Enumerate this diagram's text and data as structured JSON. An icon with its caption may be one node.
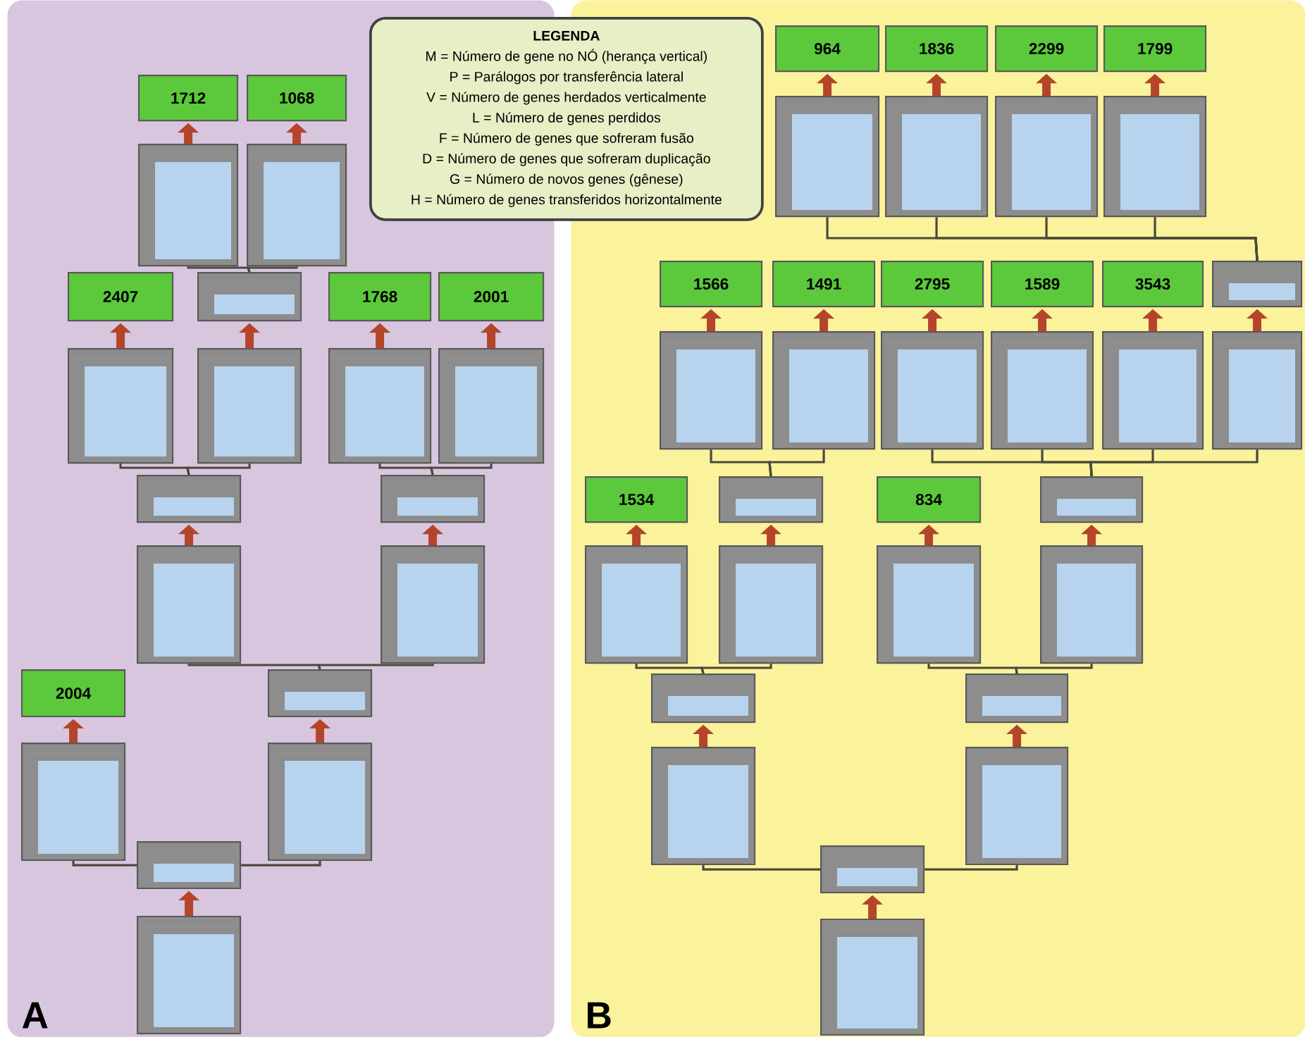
{
  "diagram": {
    "nodes": [
      {
        "text": [
          "A"
        ]
      },
      {
        "text": [
          "B"
        ]
      },
      {
        "text": [
          "LEGENDA",
          "M = Número de gene no NÓ (herança vertical)",
          "P = Parálogos por transferência lateral",
          "V = Número de genes herdados verticalmente",
          "L = Número de genes perdidos",
          "F = Número de genes que sofreram fusão",
          "D = Número de genes que sofreram duplicação",
          "G = Número de novos genes (gênese)",
          "H = Número de genes transferidos horizontalmente"
        ]
      },
      {
        "text": [
          "1712"
        ],
        "in": 0
      },
      {
        "text": [
          "1068"
        ],
        "in": 0
      },
      {
        "text": [],
        "shape": "table",
        "in": 0
      },
      {
        "text": [],
        "shape": "table",
        "in": 0
      },
      {
        "text": [
          "2407"
        ],
        "in": 0
      },
      {
        "text": [],
        "shape": "box",
        "in": 0
      },
      {
        "text": [
          "1768"
        ],
        "in": 0
      },
      {
        "text": [
          "2001"
        ],
        "in": 0
      },
      {
        "text": [],
        "shape": "table",
        "in": 0
      },
      {
        "text": [],
        "shape": "table",
        "in": 0
      },
      {
        "text": [],
        "shape": "table",
        "in": 0
      },
      {
        "text": [],
        "shape": "table",
        "in": 0
      },
      {
        "text": [],
        "shape": "box",
        "in": 0
      },
      {
        "text": [],
        "shape": "box",
        "in": 0
      },
      {
        "text": [],
        "shape": "table",
        "in": 0
      },
      {
        "text": [],
        "shape": "table",
        "in": 0
      },
      {
        "text": [
          "2004"
        ],
        "in": 0
      },
      {
        "text": [],
        "shape": "box",
        "in": 0
      },
      {
        "text": [],
        "shape": "table",
        "in": 0
      },
      {
        "text": [],
        "shape": "table",
        "in": 0
      },
      {
        "text": [],
        "shape": "box",
        "in": 0
      },
      {
        "text": [],
        "shape": "table",
        "in": 0
      },
      {
        "text": [
          "964"
        ],
        "in": 1
      },
      {
        "text": [
          "1836"
        ],
        "in": 1
      },
      {
        "text": [
          "2299"
        ],
        "in": 1
      },
      {
        "text": [
          "1799"
        ],
        "in": 1
      },
      {
        "text": [],
        "shape": "table",
        "in": 1
      },
      {
        "text": [],
        "shape": "table",
        "in": 1
      },
      {
        "text": [],
        "shape": "table",
        "in": 1
      },
      {
        "text": [],
        "shape": "table",
        "in": 1
      },
      {
        "text": [
          "1566"
        ],
        "in": 1
      },
      {
        "text": [
          "1491"
        ],
        "in": 1
      },
      {
        "text": [
          "2795"
        ],
        "in": 1
      },
      {
        "text": [
          "1589"
        ],
        "in": 1
      },
      {
        "text": [
          "3543"
        ],
        "in": 1
      },
      {
        "text": [],
        "shape": "box",
        "in": 1
      },
      {
        "text": [],
        "shape": "table",
        "in": 1
      },
      {
        "text": [],
        "shape": "table",
        "in": 1
      },
      {
        "text": [],
        "shape": "table",
        "in": 1
      },
      {
        "text": [],
        "shape": "table",
        "in": 1
      },
      {
        "text": [],
        "shape": "table",
        "in": 1
      },
      {
        "text": [],
        "shape": "table",
        "in": 1
      },
      {
        "text": [
          "1534"
        ],
        "in": 1
      },
      {
        "text": [],
        "shape": "box",
        "in": 1
      },
      {
        "text": [
          "834"
        ],
        "in": 1
      },
      {
        "text": [],
        "shape": "box",
        "in": 1
      },
      {
        "text": [],
        "shape": "table",
        "in": 1
      },
      {
        "text": [],
        "shape": "table",
        "in": 1
      },
      {
        "text": [],
        "shape": "table",
        "in": 1
      },
      {
        "text": [],
        "shape": "table",
        "in": 1
      },
      {
        "text": [],
        "shape": "box",
        "in": 1
      },
      {
        "text": [],
        "shape": "box",
        "in": 1
      },
      {
        "text": [],
        "shape": "table",
        "in": 1
      },
      {
        "text": [],
        "shape": "table",
        "in": 1
      },
      {
        "text": [],
        "shape": "box",
        "in": 1
      },
      {
        "text": [],
        "shape": "table",
        "in": 1
      }
    ],
    "edges": [
      {
        "from": 5,
        "to": 3,
        "arrow": "to"
      },
      {
        "from": 6,
        "to": 4,
        "arrow": "to"
      },
      {
        "from": 5,
        "to": 8,
        "arrow": "none",
        "color": "#4a4a3a"
      },
      {
        "from": 6,
        "to": 8,
        "arrow": "none",
        "color": "#4a4a3a"
      },
      {
        "from": 11,
        "to": 7,
        "arrow": "to"
      },
      {
        "from": 12,
        "to": 8,
        "arrow": "to"
      },
      {
        "from": 13,
        "to": 9,
        "arrow": "to"
      },
      {
        "from": 14,
        "to": 10,
        "arrow": "to"
      },
      {
        "from": 11,
        "to": 15,
        "arrow": "none",
        "color": "#4a4a3a"
      },
      {
        "from": 12,
        "to": 15,
        "arrow": "none",
        "color": "#4a4a3a"
      },
      {
        "from": 13,
        "to": 16,
        "arrow": "none",
        "color": "#4a4a3a"
      },
      {
        "from": 14,
        "to": 16,
        "arrow": "none",
        "color": "#4a4a3a"
      },
      {
        "from": 17,
        "to": 15,
        "arrow": "to"
      },
      {
        "from": 18,
        "to": 16,
        "arrow": "to"
      },
      {
        "from": 17,
        "to": 20,
        "arrow": "none",
        "color": "#4a4a3a"
      },
      {
        "from": 18,
        "to": 20,
        "arrow": "none",
        "color": "#4a4a3a"
      },
      {
        "from": 21,
        "to": 19,
        "arrow": "to"
      },
      {
        "from": 22,
        "to": 20,
        "arrow": "to"
      },
      {
        "from": 21,
        "to": 23,
        "arrow": "none",
        "color": "#4a4a3a"
      },
      {
        "from": 22,
        "to": 23,
        "arrow": "none",
        "color": "#4a4a3a"
      },
      {
        "from": 24,
        "to": 23,
        "arrow": "to"
      },
      {
        "from": 29,
        "to": 25,
        "arrow": "to"
      },
      {
        "from": 30,
        "to": 26,
        "arrow": "to"
      },
      {
        "from": 31,
        "to": 27,
        "arrow": "to"
      },
      {
        "from": 32,
        "to": 28,
        "arrow": "to"
      },
      {
        "from": 29,
        "to": 38,
        "arrow": "none",
        "color": "#4a4a3a"
      },
      {
        "from": 30,
        "to": 38,
        "arrow": "none",
        "color": "#4a4a3a"
      },
      {
        "from": 31,
        "to": 38,
        "arrow": "none",
        "color": "#4a4a3a"
      },
      {
        "from": 32,
        "to": 38,
        "arrow": "none",
        "color": "#4a4a3a"
      },
      {
        "from": 39,
        "to": 33,
        "arrow": "to"
      },
      {
        "from": 40,
        "to": 34,
        "arrow": "to"
      },
      {
        "from": 41,
        "to": 35,
        "arrow": "to"
      },
      {
        "from": 42,
        "to": 36,
        "arrow": "to"
      },
      {
        "from": 43,
        "to": 37,
        "arrow": "to"
      },
      {
        "from": 44,
        "to": 38,
        "arrow": "to"
      },
      {
        "from": 39,
        "to": 46,
        "arrow": "none",
        "color": "#4a4a3a"
      },
      {
        "from": 40,
        "to": 46,
        "arrow": "none",
        "color": "#4a4a3a"
      },
      {
        "from": 41,
        "to": 48,
        "arrow": "none",
        "color": "#4a4a3a"
      },
      {
        "from": 42,
        "to": 48,
        "arrow": "none",
        "color": "#4a4a3a"
      },
      {
        "from": 43,
        "to": 48,
        "arrow": "none",
        "color": "#4a4a3a"
      },
      {
        "from": 44,
        "to": 48,
        "arrow": "none",
        "color": "#4a4a3a"
      },
      {
        "from": 49,
        "to": 45,
        "arrow": "to"
      },
      {
        "from": 50,
        "to": 46,
        "arrow": "to"
      },
      {
        "from": 51,
        "to": 47,
        "arrow": "to"
      },
      {
        "from": 52,
        "to": 48,
        "arrow": "to"
      },
      {
        "from": 49,
        "to": 53,
        "arrow": "none",
        "color": "#4a4a3a"
      },
      {
        "from": 50,
        "to": 53,
        "arrow": "none",
        "color": "#4a4a3a"
      },
      {
        "from": 51,
        "to": 54,
        "arrow": "none",
        "color": "#4a4a3a"
      },
      {
        "from": 52,
        "to": 54,
        "arrow": "none",
        "color": "#4a4a3a"
      },
      {
        "from": 55,
        "to": 53,
        "arrow": "to"
      },
      {
        "from": 56,
        "to": 54,
        "arrow": "to"
      },
      {
        "from": 55,
        "to": 57,
        "arrow": "none",
        "color": "#4a4a3a"
      },
      {
        "from": 56,
        "to": 57,
        "arrow": "none",
        "color": "#4a4a3a"
      },
      {
        "from": 58,
        "to": 57,
        "arrow": "to"
      }
    ]
  }
}
